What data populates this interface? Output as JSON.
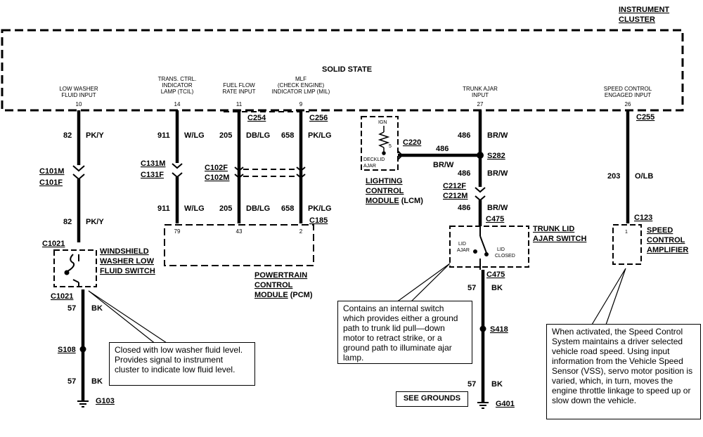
{
  "instrument_cluster": {
    "line1": "INSTRUMENT",
    "line2": "CLUSTER",
    "state": "SOLID STATE"
  },
  "cluster_pins": [
    {
      "l1": "LOW WASHER",
      "l2": "FLUID INPUT",
      "l3": "",
      "num": "10"
    },
    {
      "l1": "TRANS. CTRL.",
      "l2": "INDICATOR",
      "l3": "LAMP (TCIL)",
      "num": "14"
    },
    {
      "l1": "FUEL FLOW",
      "l2": "RATE INPUT",
      "l3": "",
      "num": "11"
    },
    {
      "l1": "MLF",
      "l2": "(CHECK ENGINE)",
      "l3": "INDICATOR LMP (MIL)",
      "num": "9"
    },
    {
      "l1": "TRUNK AJAR",
      "l2": "INPUT",
      "l3": "",
      "num": "27"
    },
    {
      "l1": "SPEED CONTROL",
      "l2": "ENGAGED INPUT",
      "l3": "",
      "num": "26"
    }
  ],
  "connectors": {
    "c254": "C254",
    "c256": "C256",
    "c255": "C255",
    "c220": "C220",
    "s282": "S282",
    "c101m": "C101M",
    "c101f": "C101F",
    "c131m": "C131M",
    "c131f": "C131F",
    "c102f": "C102F",
    "c102m": "C102M",
    "c212f": "C212F",
    "c212m": "C212M",
    "c185": "C185",
    "c475a": "C475",
    "c475b": "C475",
    "c123": "C123",
    "c1021a": "C1021",
    "c1021b": "C1021",
    "s108": "S108",
    "s418": "S418",
    "g103": "G103",
    "g401": "G401"
  },
  "wires": {
    "w82a_num": "82",
    "w82a_col": "PK/Y",
    "w82b_num": "82",
    "w82b_col": "PK/Y",
    "w911a_num": "911",
    "w911a_col": "W/LG",
    "w911b_num": "911",
    "w911b_col": "W/LG",
    "w205a_num": "205",
    "w205a_col": "DB/LG",
    "w205b_num": "205",
    "w205b_col": "DB/LG",
    "w658a_num": "658",
    "w658a_col": "PK/LG",
    "w658b_num": "658",
    "w658b_col": "PK/LG",
    "w486a_num": "486",
    "w486a_col": "BR/W",
    "w486h_num": "486",
    "w486h_col": "BR/W",
    "w486b_num": "486",
    "w486b_col": "BR/W",
    "w486c_num": "486",
    "w486c_col": "BR/W",
    "w203_num": "203",
    "w203_col": "O/LB",
    "w57a_num": "57",
    "w57a_col": "BK",
    "w57b_num": "57",
    "w57b_col": "BK",
    "w57c_num": "57",
    "w57c_col": "BK",
    "w57d_num": "57",
    "w57d_col": "BK"
  },
  "pcm": {
    "pin1": "79",
    "pin2": "43",
    "pin3": "2",
    "line1": "POWERTRAIN",
    "line2": "CONTROL",
    "line3": "MODULE",
    "suffix": "(PCM)"
  },
  "lcm": {
    "ign": "IGN",
    "pin": "5",
    "deck1": "DECKLID",
    "deck2": "AJAR",
    "line1": "LIGHTING",
    "line2": "CONTROL",
    "line3": "MODULE",
    "suffix": "(LCM)"
  },
  "trunk_switch": {
    "lid1": "LID",
    "lid2": "AJAR",
    "closed1": "LID",
    "closed2": "CLOSED",
    "line1": "TRUNK LID",
    "line2": "AJAR SWITCH"
  },
  "washer_switch": {
    "line1": "WINDSHIELD",
    "line2": "WASHER LOW",
    "line3": "FLUID SWITCH"
  },
  "speed_amp": {
    "pin": "1",
    "line1": "SPEED",
    "line2": "CONTROL",
    "line3": "AMPLIFIER"
  },
  "notes": {
    "washer": "Closed with low washer fluid level.  Provides signal to instrument cluster to indicate low fluid level.",
    "trunk": "Contains an internal switch which provides either a ground path to trunk lid pull—down motor to retract strike, or a ground path to illuminate ajar lamp.",
    "speed": "When activated, the Speed Control System maintains a driver selected vehicle road speed. Using input information from the Vehicle Speed Sensor (VSS), servo motor position is varied, which, in turn, moves the engine throttle linkage to speed up or slow down the vehicle."
  },
  "see_grounds": "SEE GROUNDS"
}
